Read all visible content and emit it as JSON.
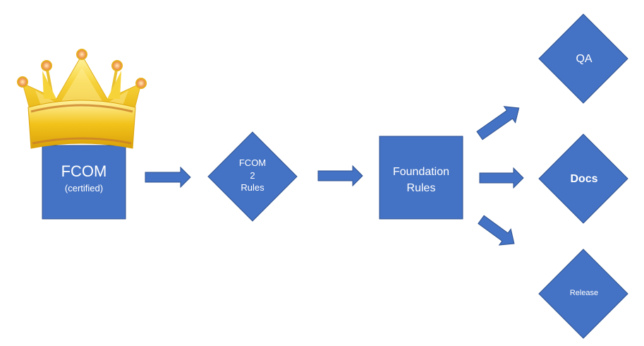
{
  "colors": {
    "shape_fill": "#4472C4",
    "shape_stroke": "#2F528F",
    "text": "#FFFFFF",
    "crown_gold": "#F5C518",
    "crown_highlight": "#FFE57A",
    "crown_jewel": "#F4A460"
  },
  "nodes": {
    "fcom": {
      "title": "FCOM",
      "subtitle": "(certified)"
    },
    "fcom2rules": {
      "line1": "FCOM",
      "line2": "2",
      "line3": "Rules"
    },
    "foundation": {
      "line1": "Foundation",
      "line2": "Rules"
    },
    "qa": {
      "label": "QA"
    },
    "docs": {
      "label": "Docs"
    },
    "release": {
      "label": "Release"
    }
  },
  "icons": {
    "crown": "crown-icon"
  }
}
